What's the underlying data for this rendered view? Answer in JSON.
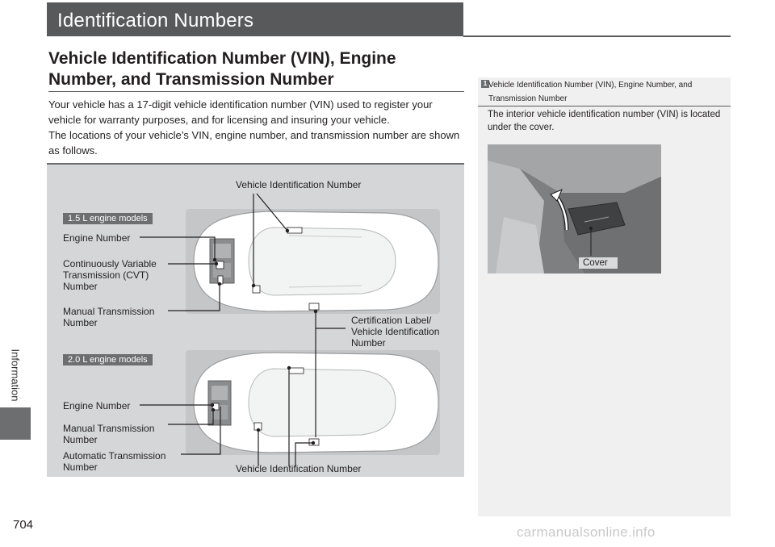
{
  "header": {
    "title": "Identification Numbers"
  },
  "side_tab": {
    "label": "Information"
  },
  "section": {
    "title": "Vehicle Identification Number (VIN), Engine Number, and Transmission Number"
  },
  "body": {
    "paragraph1": "Your vehicle has a 17-digit vehicle identification number (VIN) used to register your vehicle for warranty purposes, and for licensing and insuring your vehicle.",
    "paragraph2": "The locations of your vehicle’s VIN, engine number, and transmission number are shown as follows."
  },
  "figure": {
    "top_vin_label": "Vehicle Identification Number",
    "bottom_vin_label": "Vehicle Identification Number",
    "badge_15": "1.5 L engine models",
    "badge_20": "2.0 L engine models",
    "engine_number_1": "Engine Number",
    "cvt_line1": "Continuously Variable",
    "cvt_line2": "Transmission (CVT)",
    "cvt_line3": "Number",
    "mt1_line1": "Manual Transmission",
    "mt1_line2": "Number",
    "cert_line1": "Certification Label/",
    "cert_line2": "Vehicle Identification",
    "cert_line3": "Number",
    "engine_number_2": "Engine Number",
    "mt2_line1": "Manual Transmission",
    "mt2_line2": "Number",
    "at_line1": "Automatic Transmission",
    "at_line2": "Number"
  },
  "sidebar": {
    "marker": "1",
    "title": "Vehicle Identification Number (VIN), Engine Number, and Transmission Number",
    "text": "The interior vehicle identification number (VIN) is located under the cover.",
    "cover_label": "Cover"
  },
  "page": {
    "number": "704"
  },
  "watermark": "carmanualsonline.info",
  "colors": {
    "header_bg": "#58595b",
    "figure_bg": "#d4d6d7",
    "sidebar_bg": "#f0f0f0",
    "badge_bg": "#6d6e70"
  }
}
